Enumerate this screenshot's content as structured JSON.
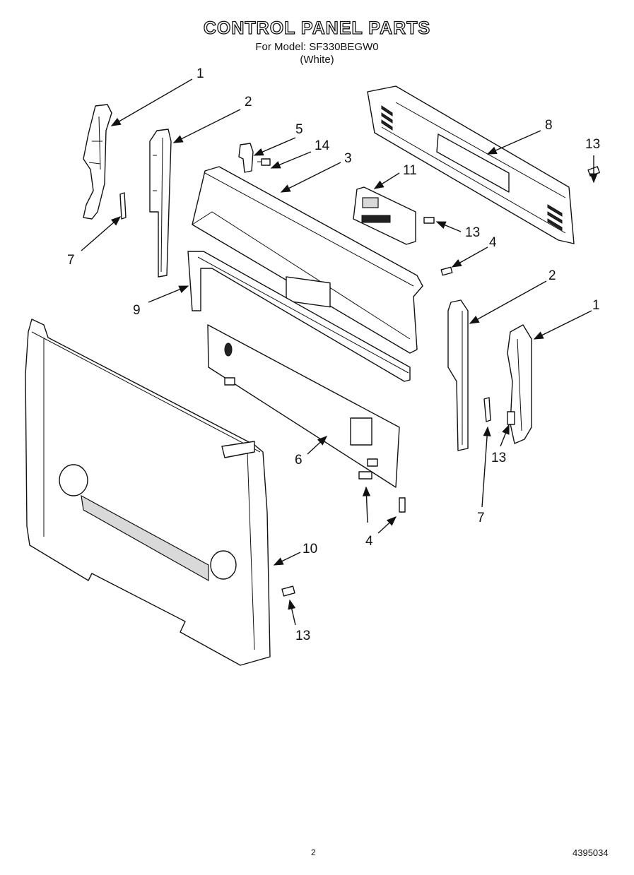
{
  "header": {
    "title": "CONTROL PANEL PARTS",
    "subtitle": "For Model: SF330BEGW0",
    "color_note": "(White)"
  },
  "callouts": {
    "c1a": "1",
    "c2a": "2",
    "c5": "5",
    "c14": "14",
    "c3": "3",
    "c8": "8",
    "c13a": "13",
    "c11": "11",
    "c13b": "13",
    "c7a": "7",
    "c4a": "4",
    "c2b": "2",
    "c1b": "1",
    "c9": "9",
    "c6": "6",
    "c13c": "13",
    "c7b": "7",
    "c4b": "4",
    "c10": "10",
    "c13d": "13"
  },
  "footer": {
    "page_number": "2",
    "document_number": "4395034"
  }
}
